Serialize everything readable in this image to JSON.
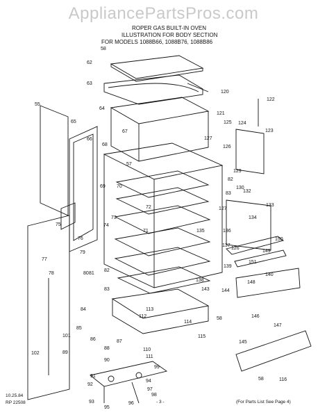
{
  "watermark": "AppliancePartsPros.com",
  "title": {
    "line1": "ROPER GAS BUILT-IN OVEN",
    "line2": "ILLUSTRATION FOR BODY SECTION",
    "line3": "FOR MODELS 1088B66, 1088B76, 1088B86"
  },
  "footer": {
    "date": "10.25.84",
    "code": "RP 22508",
    "page": "- 3 -",
    "note": "(For Parts List See Page 4)"
  },
  "callouts": [
    "58",
    "62",
    "63",
    "120",
    "55",
    "64",
    "121",
    "125",
    "122",
    "124",
    "123",
    "65",
    "67",
    "127",
    "126",
    "66",
    "68",
    "57",
    "129",
    "82",
    "69",
    "70",
    "130",
    "83",
    "132",
    "133",
    "127",
    "72",
    "134",
    "73",
    "74",
    "75",
    "71",
    "136",
    "135",
    "76",
    "126",
    "150",
    "137",
    "149",
    "79",
    "151",
    "81",
    "82",
    "139",
    "77",
    "80",
    "78",
    "138",
    "140",
    "83",
    "143",
    "144",
    "148",
    "113",
    "58",
    "112",
    "84",
    "114",
    "85",
    "146",
    "147",
    "115",
    "86",
    "101",
    "87",
    "88",
    "110",
    "111",
    "89",
    "145",
    "102",
    "90",
    "99",
    "91",
    "92",
    "94",
    "97",
    "98",
    "93",
    "95",
    "96",
    "116",
    "58"
  ]
}
